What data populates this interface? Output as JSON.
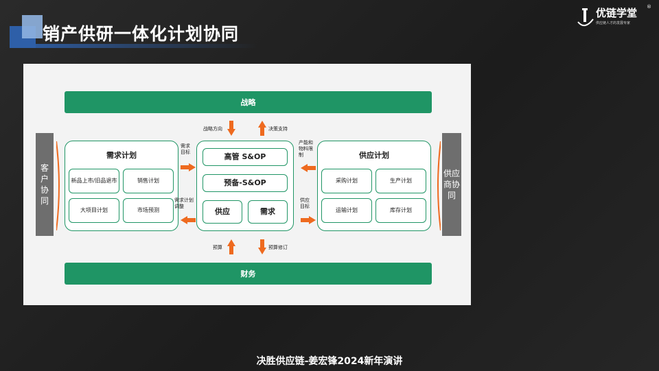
{
  "header": {
    "title": "销产供研一体化计划协同"
  },
  "logo": {
    "name": "优链学堂",
    "subtitle": "供应链人才的发展专家",
    "reg": "®"
  },
  "diagram": {
    "top_band": "战略",
    "bottom_band": "财务",
    "left_side": "客户协同",
    "right_side": "供应商协同",
    "demand": {
      "title": "需求计划",
      "items": [
        "新品上市/旧品退市",
        "销售计划",
        "大项目计划",
        "市场预测"
      ]
    },
    "center": {
      "top": "高管 S&OP",
      "mid": "预备-S&OP",
      "left": "供应",
      "right": "需求"
    },
    "supply": {
      "title": "供应计划",
      "items": [
        "采购计划",
        "生产计划",
        "运输计划",
        "库存计划"
      ]
    },
    "labels": {
      "strategy_dir": "战略方向",
      "decision_support": "决策支持",
      "demand_target": "需求目标",
      "demand_adjust": "需求计划调整",
      "capacity": "产能和物料限制",
      "supply_target": "供应目标",
      "budget": "预算",
      "budget_revise": "预算修订"
    }
  },
  "footer": "决胜供应链-姜宏锋2024新年演讲",
  "colors": {
    "green": "#1f9565",
    "orange": "#ee6a1f",
    "gray": "#6e6e6e"
  }
}
